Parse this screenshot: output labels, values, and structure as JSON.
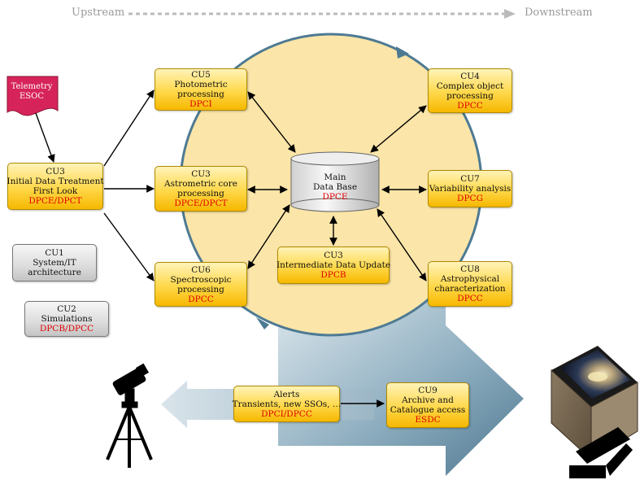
{
  "flow": {
    "upstream": "Upstream",
    "downstream": "Downstream"
  },
  "telemetry": {
    "title": "Telemetry",
    "center": "ESOC"
  },
  "main_db": {
    "lines": [
      "Main",
      "Data Base"
    ],
    "center": "DPCE"
  },
  "boxes": {
    "cu3_init": {
      "lines": [
        "CU3",
        "Initial Data Treatment",
        "First Look"
      ],
      "center": "DPCE/DPCT"
    },
    "cu5": {
      "lines": [
        "CU5",
        "Photometric",
        "processing"
      ],
      "center": "DPCI"
    },
    "cu3_astro": {
      "lines": [
        "CU3",
        "Astrometric core",
        "processing"
      ],
      "center": "DPCE/DPCT"
    },
    "cu6": {
      "lines": [
        "CU6",
        "Spectroscopic",
        "processing"
      ],
      "center": "DPCC"
    },
    "cu3_idu": {
      "lines": [
        "CU3",
        "Intermediate Data Update"
      ],
      "center": "DPCB"
    },
    "cu4": {
      "lines": [
        "CU4",
        "Complex object",
        "processing"
      ],
      "center": "DPCC"
    },
    "cu7": {
      "lines": [
        "CU7",
        "Variability analysis"
      ],
      "center": "DPCG"
    },
    "cu8": {
      "lines": [
        "CU8",
        "Astrophysical",
        "characterization"
      ],
      "center": "DPCC"
    },
    "cu1": {
      "lines": [
        "CU1",
        "System/IT",
        "architecture"
      ]
    },
    "cu2": {
      "lines": [
        "CU2",
        "Simulations"
      ],
      "center": "DPCB/DPCC"
    },
    "alerts": {
      "lines": [
        "Alerts",
        "Transients, new SSOs, …"
      ],
      "center": "DPCI/DPCC"
    },
    "cu9": {
      "lines": [
        "CU9",
        "Archive and",
        "Catalogue access"
      ],
      "center": "ESDC"
    }
  },
  "colors": {
    "circle_fill": "#fbe5a8",
    "circle_stroke": "#4d7a93",
    "box_fill": "#ffd84a",
    "processing_center_text": "#e00000",
    "telemetry_fill": "#d6245a",
    "big_arrow": "#6f93a8"
  }
}
